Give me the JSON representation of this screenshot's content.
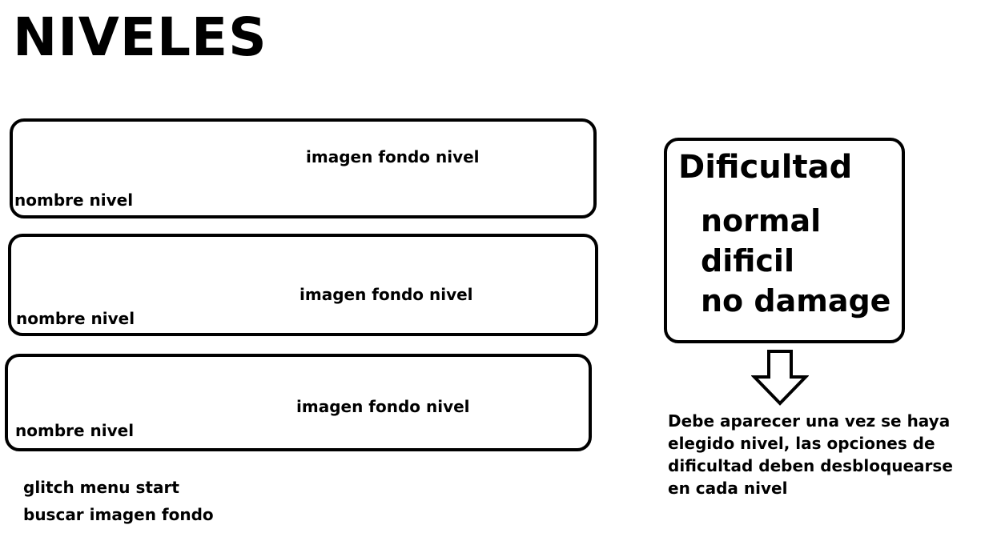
{
  "page_title": "NIVELES",
  "levels": [
    {
      "background_label": "imagen fondo nivel",
      "name_label": "nombre nivel"
    },
    {
      "background_label": "imagen fondo nivel",
      "name_label": "nombre nivel"
    },
    {
      "background_label": "imagen fondo nivel",
      "name_label": "nombre nivel"
    }
  ],
  "difficulty": {
    "title": "Dificultad",
    "options": [
      "normal",
      "dificil",
      "no damage"
    ]
  },
  "difficulty_note": "Debe aparecer una vez se haya elegido nivel, las opciones de dificultad deben desbloquearse en cada nivel",
  "footer_notes": [
    "glitch menu start",
    "buscar imagen fondo"
  ],
  "icons": {
    "arrow": "down-arrow-icon"
  },
  "colors": {
    "stroke": "#000000",
    "background": "#ffffff"
  }
}
